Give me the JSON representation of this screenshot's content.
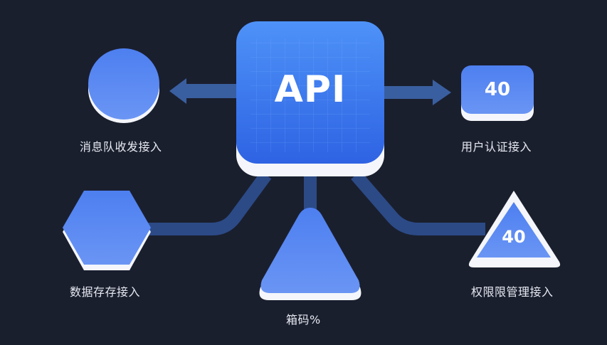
{
  "center": {
    "label": "API"
  },
  "nodes": {
    "message": {
      "label": "消息队收发接入"
    },
    "auth": {
      "label": "用户认证接入",
      "badge": "40"
    },
    "storage": {
      "label": "数据存存接入"
    },
    "bottom": {
      "label": "箱码%"
    },
    "permission": {
      "label": "权限限管理接入",
      "badge": "40"
    }
  },
  "colors": {
    "background": "#1a1f2e",
    "accent_light": "#4f8ff7",
    "accent_dark": "#2f5fe0",
    "connector": "#2c4a86",
    "text": "#e6e9f2"
  }
}
